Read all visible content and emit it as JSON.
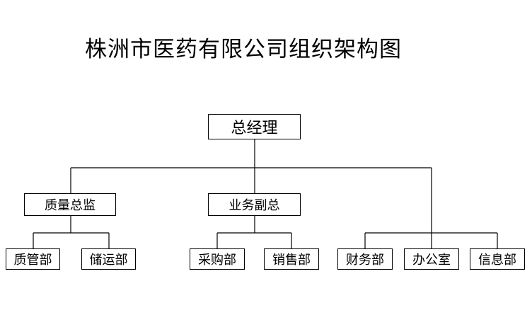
{
  "title": "株洲市医药有限公司组织架构图",
  "org": {
    "root": "总经理",
    "quality_director": "质量总监",
    "business_vp": "业务副总",
    "dept_quality": "质管部",
    "dept_storage": "储运部",
    "dept_purchase": "采购部",
    "dept_sales": "销售部",
    "dept_finance": "财务部",
    "dept_office": "办公室",
    "dept_info": "信息部"
  }
}
